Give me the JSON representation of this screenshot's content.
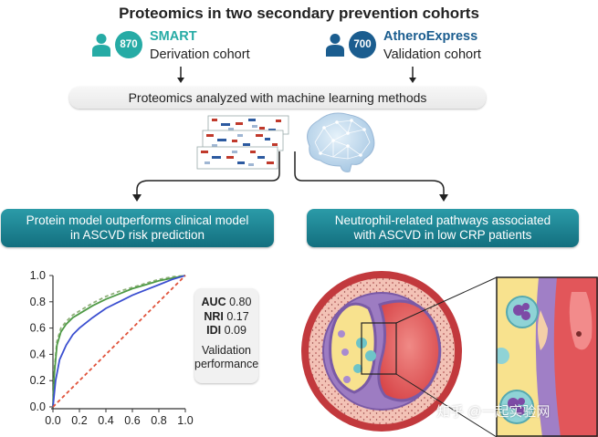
{
  "title": "Proteomics in two secondary prevention cohorts",
  "cohorts": [
    {
      "count": "870",
      "name": "SMART",
      "role": "Derivation cohort",
      "color": "#26aba5"
    },
    {
      "count": "700",
      "name": "AtheroExpress",
      "role": "Validation cohort",
      "color": "#1b5d8f"
    }
  ],
  "methods_label": "Proteomics analyzed with machine learning methods",
  "results": [
    {
      "line1": "Protein model outperforms clinical model",
      "line2": "in ASCVD risk prediction"
    },
    {
      "line1": "Neutrophil-related pathways associated",
      "line2": "with ASCVD in low CRP patients"
    }
  ],
  "metrics": {
    "auc_label": "AUC",
    "auc_value": "0.80",
    "nri_label": "NRI",
    "nri_value": "0.17",
    "idi_label": "IDI",
    "idi_value": "0.09",
    "perf_line1": "Validation",
    "perf_line2": "performance"
  },
  "chart_data": {
    "type": "line",
    "title": "",
    "xlabel": "",
    "ylabel": "",
    "xlim": [
      0.0,
      1.0
    ],
    "ylim": [
      0.0,
      1.0
    ],
    "x_ticks": [
      "0.0",
      "0.2",
      "0.4",
      "0.6",
      "0.8",
      "1.0"
    ],
    "y_ticks": [
      "0.0",
      "0.2",
      "0.4",
      "0.6",
      "0.8",
      "1.0"
    ],
    "grid": false,
    "series": [
      {
        "color": "#8fb07a",
        "dashed": true,
        "x": [
          0,
          0.01,
          0.03,
          0.06,
          0.1,
          0.15,
          0.2,
          0.3,
          0.4,
          0.5,
          0.6,
          0.7,
          0.8,
          0.9,
          1.0
        ],
        "y": [
          0,
          0.28,
          0.5,
          0.6,
          0.65,
          0.7,
          0.73,
          0.79,
          0.84,
          0.88,
          0.91,
          0.94,
          0.97,
          0.99,
          1.0
        ]
      },
      {
        "color": "#4f9a46",
        "dashed": false,
        "x": [
          0,
          0.01,
          0.03,
          0.06,
          0.1,
          0.15,
          0.2,
          0.3,
          0.4,
          0.5,
          0.6,
          0.7,
          0.8,
          0.9,
          1.0
        ],
        "y": [
          0,
          0.25,
          0.47,
          0.57,
          0.63,
          0.68,
          0.71,
          0.77,
          0.82,
          0.86,
          0.9,
          0.93,
          0.96,
          0.98,
          1.0
        ]
      },
      {
        "color": "#3b4fd0",
        "dashed": false,
        "x": [
          0,
          0.02,
          0.05,
          0.1,
          0.15,
          0.2,
          0.3,
          0.4,
          0.5,
          0.6,
          0.7,
          0.8,
          0.9,
          1.0
        ],
        "y": [
          0,
          0.2,
          0.36,
          0.47,
          0.55,
          0.6,
          0.68,
          0.75,
          0.8,
          0.85,
          0.89,
          0.93,
          0.97,
          1.0
        ]
      },
      {
        "color": "#e0533b",
        "dashed": true,
        "x": [
          0,
          1.0
        ],
        "y": [
          0,
          1.0
        ]
      }
    ]
  },
  "watermark": "知乎 @一起实验网"
}
